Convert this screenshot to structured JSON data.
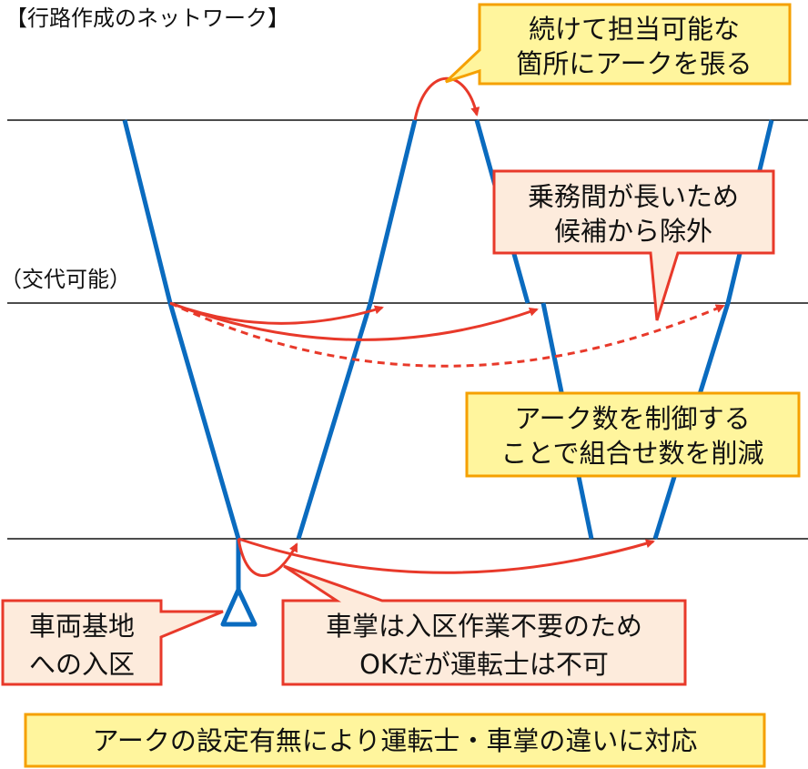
{
  "title": "【行路作成のネットワーク】",
  "station_label": "（交代可能）",
  "colors": {
    "track": "#0a6bbf",
    "arc": "#e8392a",
    "yellow_fill": "#fff59d",
    "yellow_stroke": "#f5a000",
    "red_fill": "#fdebdc",
    "red_stroke": "#e8392a"
  },
  "callouts": {
    "continue": {
      "line1": "続けて担当可能な",
      "line2": "箇所にアークを張る"
    },
    "excluded": {
      "line1": "乗務間が長いため",
      "line2": "候補から除外"
    },
    "control": {
      "line1": "アーク数を制御する",
      "line2": "ことで組合せ数を削減"
    },
    "depot": {
      "line1": "車両基地",
      "line2": "への入区"
    },
    "conductor": {
      "line1": "車掌は入区作業不要のため",
      "line2": "OKだが運転士は不可"
    },
    "summary": {
      "line1": "アークの設定有無により運転士・車掌の違いに対応"
    }
  }
}
